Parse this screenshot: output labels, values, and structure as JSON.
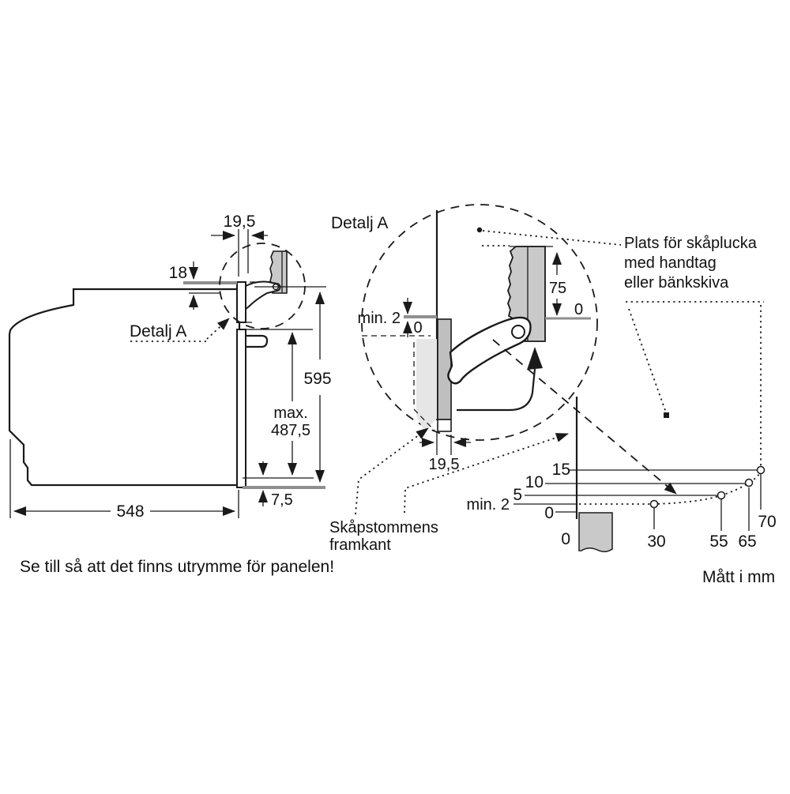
{
  "colors": {
    "line": "#1a1a1a",
    "panel_fill": "#c9c9c9",
    "shadow_fill": "#e6e6e6",
    "reference_gray": "#8f8f8f",
    "background": "#ffffff"
  },
  "left_view": {
    "dim_top_width": "19,5",
    "dim_panel_height": "18",
    "detail_label": "Detalj A",
    "dim_height": "595",
    "dim_max_prefix": "max.",
    "dim_max_value": "487,5",
    "dim_bottom_gap": "7,5",
    "dim_depth": "548"
  },
  "detail_view": {
    "title": "Detalj A",
    "dim_min_gap": "min. 2",
    "dim_zero_front": "0",
    "dim_door_travel": "75",
    "dim_zero_top": "0",
    "dim_door_thickness": "19,5"
  },
  "annotations": {
    "plats_lines": [
      "Plats för skåplucka",
      "med handtag",
      "eller bänkskiva"
    ],
    "skapstommens_lines": [
      "Skåpstommens",
      "framkant"
    ],
    "note": "Se till så att det finns utrymme för panelen!",
    "units_label": "Mått i mm"
  },
  "chart_data": {
    "type": "line",
    "title": "Required clearance above cabinet front vs. distance in front of it",
    "x": [
      30,
      55,
      65,
      70
    ],
    "y": [
      2,
      5,
      10,
      15
    ],
    "y_tick_labels": [
      "15",
      "10",
      "5",
      "min. 2",
      "0"
    ],
    "y_tick_values": [
      15,
      10,
      5,
      2,
      0
    ],
    "x_tick_labels": [
      "0",
      "30",
      "55",
      "65",
      "70"
    ],
    "xlabel": "Mått i mm",
    "style": "dotted curve through open circular markers, dashed leader arrow from hinge pivot",
    "grid": "horizontal reference line per y tick",
    "legend": "none"
  }
}
